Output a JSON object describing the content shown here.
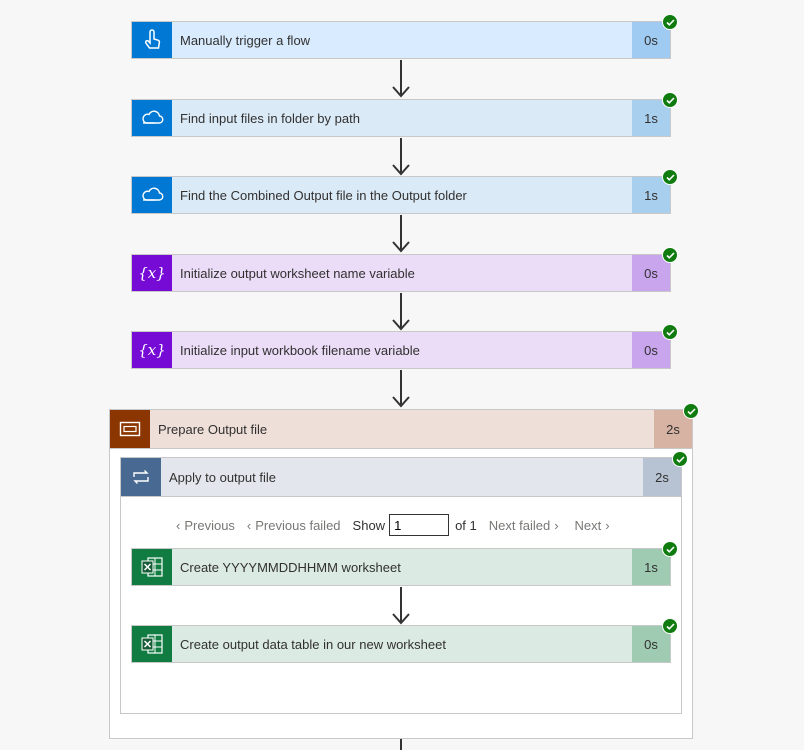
{
  "colors": {
    "trigger": {
      "icon": "#0078d4",
      "label": "#d8ebff",
      "dur": "#9fcbf2"
    },
    "onedrive": {
      "icon": "#0078d4",
      "label": "#dbeaf7",
      "dur": "#a9cfee"
    },
    "variable": {
      "icon": "#770bd6",
      "label": "#ebdcf7",
      "dur": "#c9a5ee"
    },
    "scope": {
      "icon": "#8b3600",
      "label": "#eee0d9",
      "dur": "#d6b3a2"
    },
    "loop": {
      "icon": "#486991",
      "label": "#e3e7ed",
      "dur": "#b7c3d3"
    },
    "excel": {
      "icon": "#107c41",
      "label": "#dbeae2",
      "dur": "#9fcbb2"
    }
  },
  "steps": [
    {
      "label": "Manually trigger a flow",
      "duration": "0s",
      "icon": "touch-icon"
    },
    {
      "label": "Find input files in folder by path",
      "duration": "1s",
      "icon": "onedrive-icon"
    },
    {
      "label": "Find the Combined Output file in the Output folder",
      "duration": "1s",
      "icon": "onedrive-icon"
    },
    {
      "label": "Initialize output worksheet name variable",
      "duration": "0s",
      "icon": "variable-icon"
    },
    {
      "label": "Initialize input workbook filename variable",
      "duration": "0s",
      "icon": "variable-icon"
    }
  ],
  "scope": {
    "label": "Prepare Output file",
    "duration": "2s",
    "icon": "scope-icon"
  },
  "loop": {
    "label": "Apply to output file",
    "duration": "2s",
    "icon": "loop-icon"
  },
  "pager": {
    "previous": "Previous",
    "previous_failed": "Previous failed",
    "show_label": "Show",
    "show_value": "1",
    "of_label": "of 1",
    "next_failed": "Next failed",
    "next": "Next"
  },
  "inner_steps": [
    {
      "label": "Create YYYYMMDDHHMM worksheet",
      "duration": "1s",
      "icon": "excel-icon"
    },
    {
      "label": "Create output data table in our new worksheet",
      "duration": "0s",
      "icon": "excel-icon"
    }
  ]
}
